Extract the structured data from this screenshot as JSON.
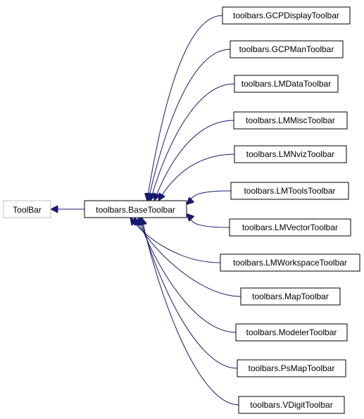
{
  "colors": {
    "edge": "#191970",
    "node_border": "#000000",
    "external_border": "#bfbfbf",
    "text": "#000000",
    "background": "#ffffff"
  },
  "nodes": {
    "toolbar": "ToolBar",
    "base": "toolbars.BaseToolbar",
    "children": [
      "toolbars.GCPDisplayToolbar",
      "toolbars.GCPManToolbar",
      "toolbars.LMDataToolbar",
      "toolbars.LMMiscToolbar",
      "toolbars.LMNvizToolbar",
      "toolbars.LMToolsToolbar",
      "toolbars.LMVectorToolbar",
      "toolbars.LMWorkspaceToolbar",
      "toolbars.MapToolbar",
      "toolbars.ModelerToolbar",
      "toolbars.PsMapToolbar",
      "toolbars.VDigitToolbar"
    ]
  }
}
